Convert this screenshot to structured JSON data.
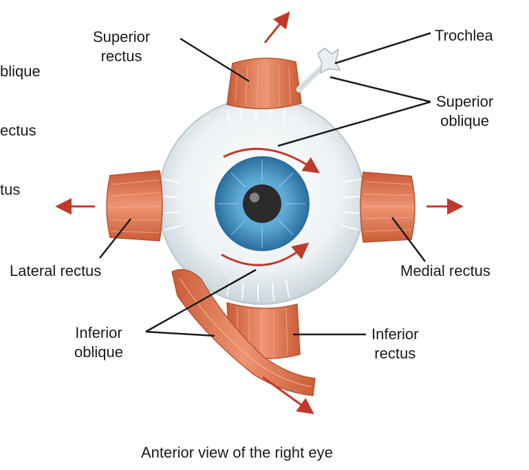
{
  "caption": "Anterior view of the right eye",
  "labels": {
    "superior_rectus": [
      "Superior",
      "rectus"
    ],
    "trochlea": "Trochlea",
    "superior_oblique": [
      "Superior",
      "oblique"
    ],
    "lateral_rectus": "Lateral rectus",
    "medial_rectus": "Medial rectus",
    "inferior_oblique": [
      "Inferior",
      "oblique"
    ],
    "inferior_rectus": [
      "Inferior",
      "rectus"
    ],
    "cropped_left": [
      "blique",
      "ectus",
      "tus"
    ]
  },
  "colors": {
    "muscle": "#e07a56",
    "muscle_dark": "#b9532f",
    "sclera": "#e9eef0",
    "iris": "#4f9dc9",
    "arrow": "#c0392b",
    "line": "#1a1a1a"
  }
}
